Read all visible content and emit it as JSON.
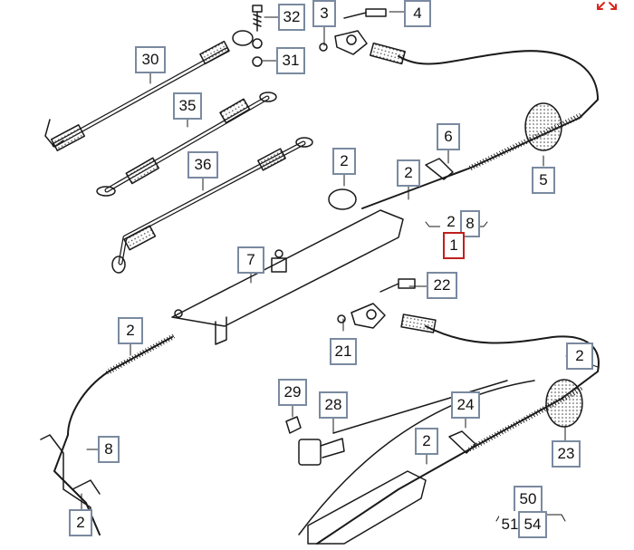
{
  "toolbar": {
    "expand_icon": "expand-icon",
    "accent": "#d9251d"
  },
  "callouts": {
    "c32": "32",
    "c3": "3",
    "c4": "4",
    "c30": "30",
    "c31": "31",
    "c35": "35",
    "c6": "6",
    "c36": "36",
    "c2a": "2",
    "c2b": "2",
    "c5": "5",
    "c2c": "2",
    "c8a": "8",
    "c1": "1",
    "c7": "7",
    "c22": "22",
    "c2d": "2",
    "c21": "21",
    "c2e": "2",
    "c29": "29",
    "c28": "28",
    "c24": "24",
    "c8b": "8",
    "c23": "23",
    "c2f": "2",
    "c2g": "2",
    "c50": "50",
    "c51": "51",
    "c54": "54"
  },
  "colors": {
    "line": "#1a1a1a",
    "box_border": "#7a8aa0",
    "selected_border": "#c0201e"
  }
}
